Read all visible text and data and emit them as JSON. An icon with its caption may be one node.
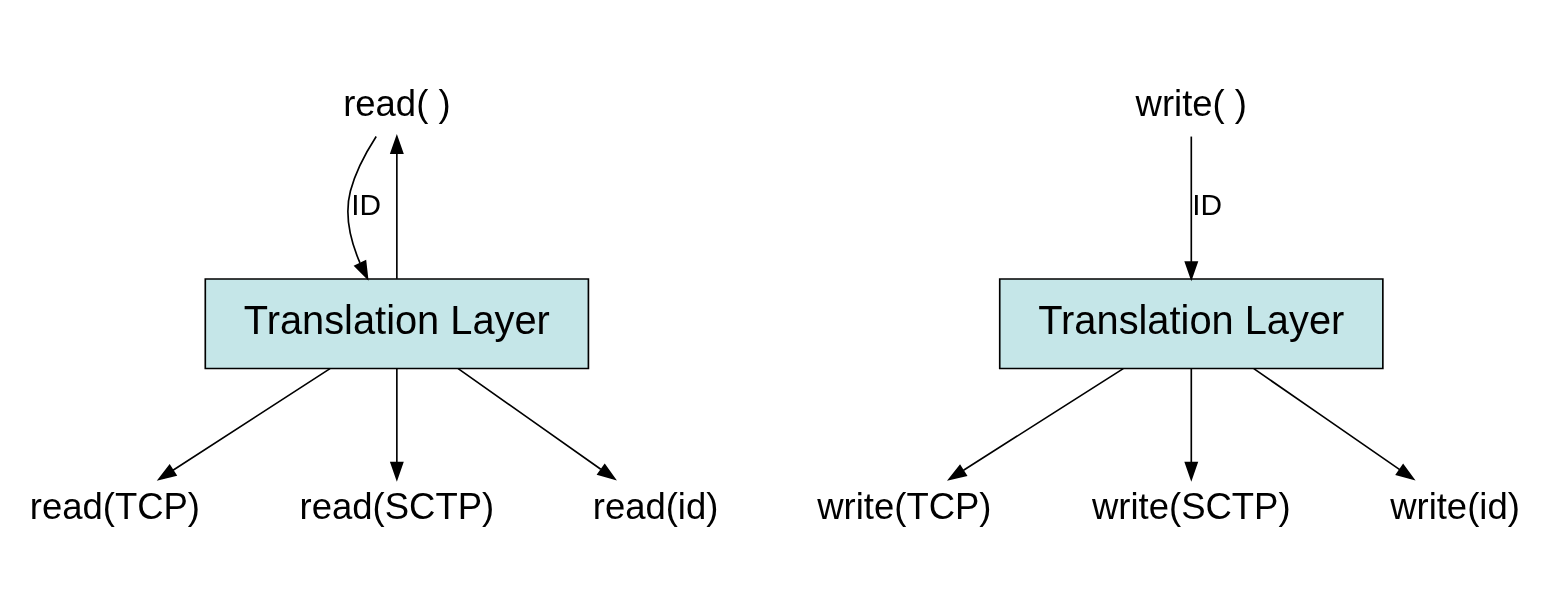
{
  "diagram": {
    "nodes": [
      {
        "text": [
          "read( )"
        ]
      },
      {
        "text": [
          "Translation Layer"
        ]
      },
      {
        "text": [
          "read(TCP)"
        ]
      },
      {
        "text": [
          "read(SCTP)"
        ]
      },
      {
        "text": [
          "read(id)"
        ]
      },
      {
        "text": [
          "write( )"
        ]
      },
      {
        "text": [
          "Translation Layer"
        ]
      },
      {
        "text": [
          "write(TCP)"
        ]
      },
      {
        "text": [
          "write(SCTP)"
        ]
      },
      {
        "text": [
          "write(id)"
        ]
      }
    ],
    "edges": [
      {
        "from": 0,
        "to": 1,
        "arrow": "to",
        "label": "ID"
      },
      {
        "from": 1,
        "to": 0,
        "arrow": "to"
      },
      {
        "from": 1,
        "to": 2,
        "arrow": "to"
      },
      {
        "from": 1,
        "to": 3,
        "arrow": "to"
      },
      {
        "from": 1,
        "to": 4,
        "arrow": "to"
      },
      {
        "from": 5,
        "to": 6,
        "arrow": "to",
        "label": "ID"
      },
      {
        "from": 6,
        "to": 7,
        "arrow": "to"
      },
      {
        "from": 6,
        "to": 8,
        "arrow": "to"
      },
      {
        "from": 6,
        "to": 9,
        "arrow": "to"
      }
    ]
  }
}
